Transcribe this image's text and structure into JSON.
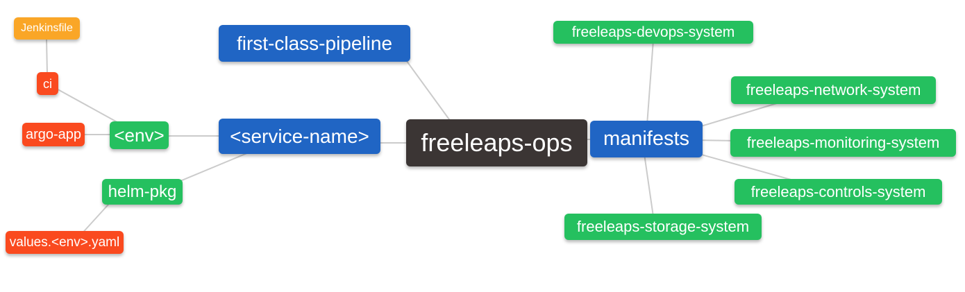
{
  "diagram": {
    "root_label": "freeleaps-ops",
    "colors": {
      "root_bg": "#3b3534",
      "branch_bg": "#2065c4",
      "leaf_green_bg": "#25c05f",
      "leaf_red_bg": "#fa4a1f",
      "leaf_amber_bg": "#faa627",
      "edge": "#cbcbcb",
      "text": "#ffffff",
      "background": "#ffffff"
    }
  },
  "nodes": {
    "jenkinsfile": {
      "label": "Jenkinsfile",
      "color": "amber"
    },
    "ci": {
      "label": "ci",
      "color": "red"
    },
    "argo_app": {
      "label": "argo-app",
      "color": "red"
    },
    "env": {
      "label": "<env>",
      "color": "green"
    },
    "helm_pkg": {
      "label": "helm-pkg",
      "color": "green"
    },
    "values_env_yaml": {
      "label": "values.<env>.yaml",
      "color": "red"
    },
    "first_class_pipeline": {
      "label": "first-class-pipeline",
      "color": "blue"
    },
    "service_name": {
      "label": "<service-name>",
      "color": "blue"
    },
    "freeleaps_ops": {
      "label": "freeleaps-ops",
      "color": "dark"
    },
    "manifests": {
      "label": "manifests",
      "color": "blue"
    },
    "devops_system": {
      "label": "freeleaps-devops-system",
      "color": "green"
    },
    "network_system": {
      "label": "freeleaps-network-system",
      "color": "green"
    },
    "monitoring_system": {
      "label": "freeleaps-monitoring-system",
      "color": "green"
    },
    "controls_system": {
      "label": "freeleaps-controls-system",
      "color": "green"
    },
    "storage_system": {
      "label": "freeleaps-storage-system",
      "color": "green"
    }
  },
  "edges": [
    {
      "from": "jenkinsfile",
      "to": "ci"
    },
    {
      "from": "ci",
      "to": "env"
    },
    {
      "from": "argo_app",
      "to": "env"
    },
    {
      "from": "env",
      "to": "service_name"
    },
    {
      "from": "helm_pkg",
      "to": "service_name"
    },
    {
      "from": "values_env_yaml",
      "to": "helm_pkg"
    },
    {
      "from": "first_class_pipeline",
      "to": "freeleaps_ops"
    },
    {
      "from": "service_name",
      "to": "freeleaps_ops"
    },
    {
      "from": "freeleaps_ops",
      "to": "manifests"
    },
    {
      "from": "manifests",
      "to": "devops_system"
    },
    {
      "from": "manifests",
      "to": "network_system"
    },
    {
      "from": "manifests",
      "to": "monitoring_system"
    },
    {
      "from": "manifests",
      "to": "controls_system"
    },
    {
      "from": "manifests",
      "to": "storage_system"
    }
  ]
}
